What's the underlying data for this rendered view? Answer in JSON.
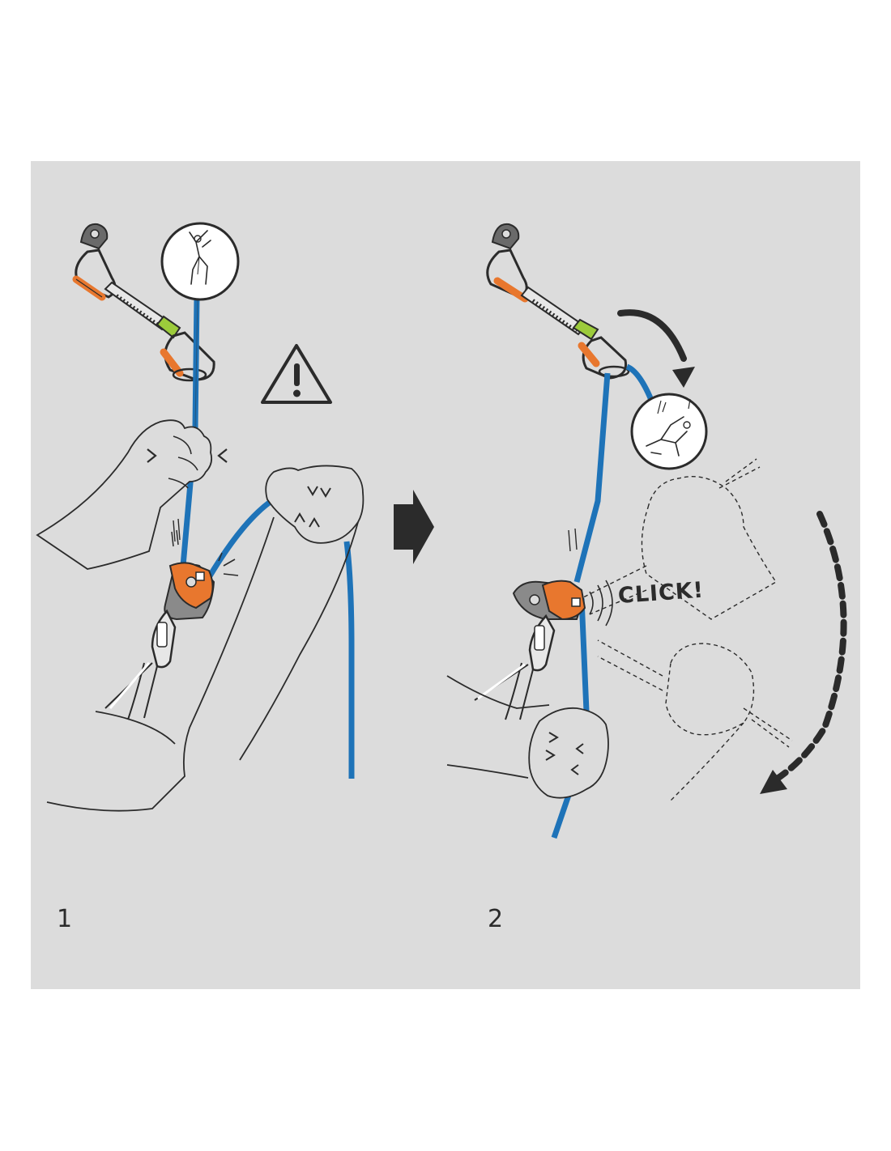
{
  "steps": [
    {
      "number": "1"
    },
    {
      "number": "2"
    }
  ],
  "sound_label": "CLICK!",
  "colors": {
    "background": "#dcdcdc",
    "rope": "#1e73b8",
    "device": "#e8772e",
    "device_body": "#8a8a8a",
    "sling": "#9ccb3b",
    "ink": "#2b2b2b"
  },
  "icons": [
    "warning-icon",
    "next-step-arrow-icon",
    "climber-climbing-icon",
    "climber-falling-icon",
    "rotation-arrow-icon"
  ]
}
